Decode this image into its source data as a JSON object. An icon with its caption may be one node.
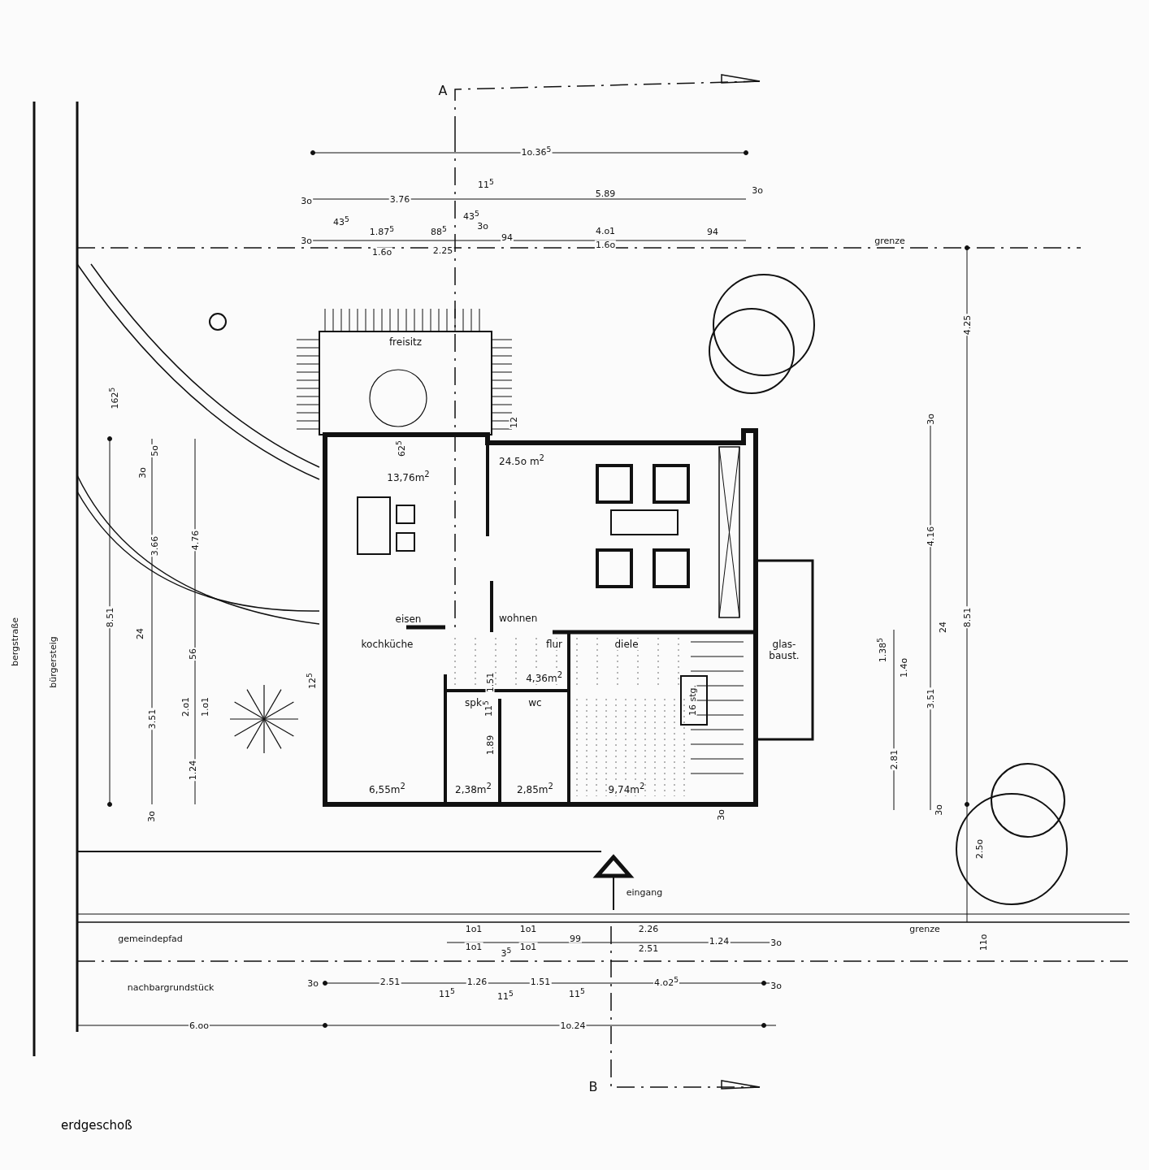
{
  "diagram": {
    "caption": "erdgeschoß",
    "nodes": [
      {
        "text": [
          "freisitz"
        ]
      },
      {
        "text": [
          "13,76m$^{2}$",
          "eisen"
        ]
      },
      {
        "text": [
          "24.5o m$^{2}$",
          "wohnen"
        ]
      },
      {
        "text": [
          "kochküche",
          "6,55m$^{2}$"
        ]
      },
      {
        "text": [
          "flur",
          "4,36m$^{2}$"
        ]
      },
      {
        "text": [
          "spk",
          "2,38m$^{2}$"
        ]
      },
      {
        "text": [
          "wc",
          "2,85m$^{2}$"
        ]
      },
      {
        "text": [
          "diele",
          "9,74m$^{2}$"
        ]
      },
      {
        "text": [
          "glas- baust."
        ]
      }
    ],
    "edges": [],
    "labels": [
      "A",
      "1o.36$^{5}$",
      "3o",
      "3.76",
      "11$^{5}$",
      "5.89",
      "3o",
      "3o",
      "43$^{5}$",
      "1.87$^{5}$",
      "88$^{5}$",
      "43$^{5}$",
      "3o",
      "94",
      "4.o1",
      "94",
      "1.6o",
      "2.25",
      "1.6o",
      "grenze",
      "4.25",
      "162$^{5}$",
      "5o",
      "3o",
      "12",
      "62$^{5}$",
      "3o",
      "3.66",
      "4.76",
      "8.51",
      "4.16",
      "24",
      "24",
      "8.51",
      "56",
      "12$^{5}$",
      "1.51",
      "1.38$^{5}$",
      "1.4o",
      "2.o1",
      "1.o1",
      "3.51",
      "11$^{5}$",
      "3.51",
      "1.89",
      "16 stg.",
      "2.81",
      "1.24",
      "3o",
      "3o",
      "3o",
      "2.5o",
      "bergstraße",
      "bürgersteig",
      "eingang",
      "1o1",
      "1o1",
      "2.26",
      "grenze",
      "gemeindepfad",
      "1o1",
      "3$^{5}$",
      "1o1",
      "99",
      "2.51",
      "1.24",
      "3o",
      "11o",
      "nachbargrundstück",
      "3o",
      "2.51",
      "1.26",
      "1.51",
      "4.o2$^{5}$",
      "3o",
      "11$^{5}$",
      "11$^{5}$",
      "11$^{5}$",
      "6.oo",
      "1o.24",
      "B"
    ]
  }
}
